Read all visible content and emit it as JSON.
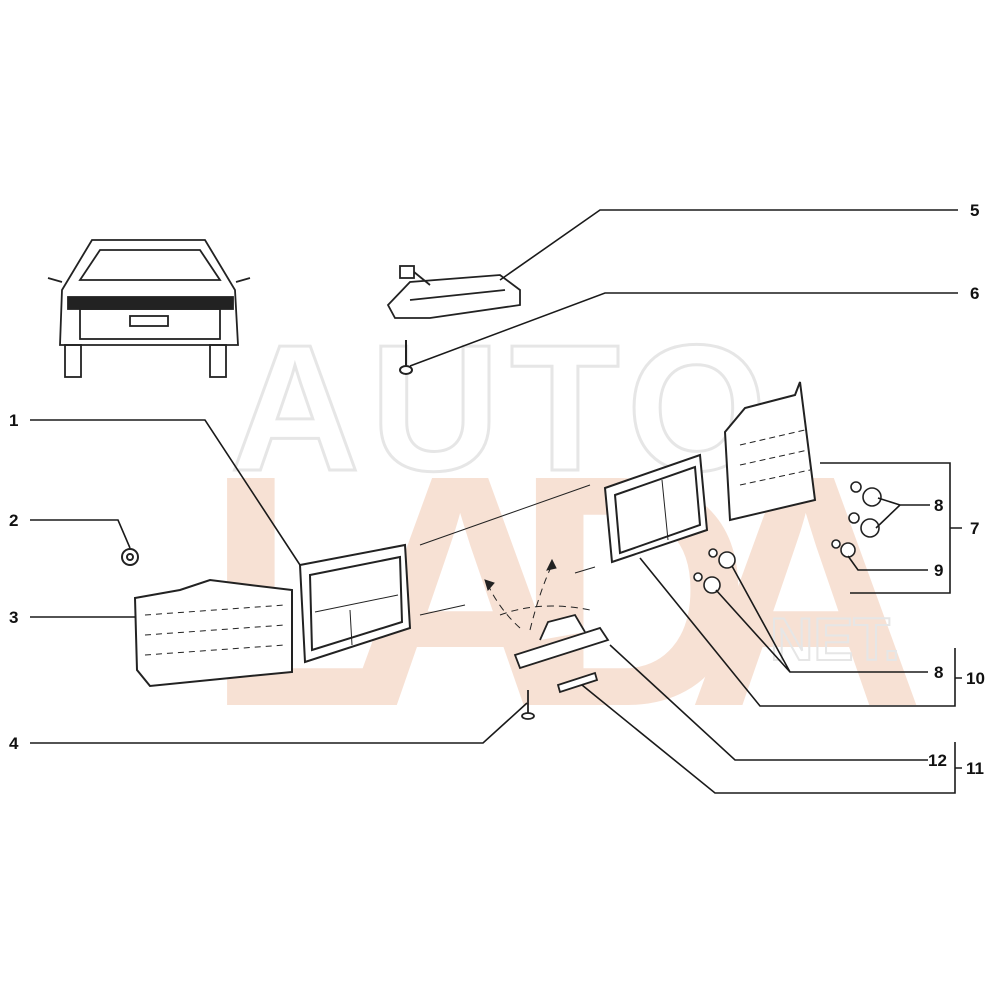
{
  "watermark": {
    "top": "AUTO",
    "main": "LADA",
    "sub": "NET."
  },
  "colors": {
    "watermark_main": "#f6dccd",
    "watermark_top": "#ececec",
    "line": "#1a1a1a"
  },
  "callouts": {
    "c1": "1",
    "c2": "2",
    "c3": "3",
    "c4": "4",
    "c5": "5",
    "c6": "6",
    "c7": "7",
    "c8a": "8",
    "c9": "9",
    "c8b": "8",
    "c10": "10",
    "c12": "12",
    "c11": "11"
  }
}
